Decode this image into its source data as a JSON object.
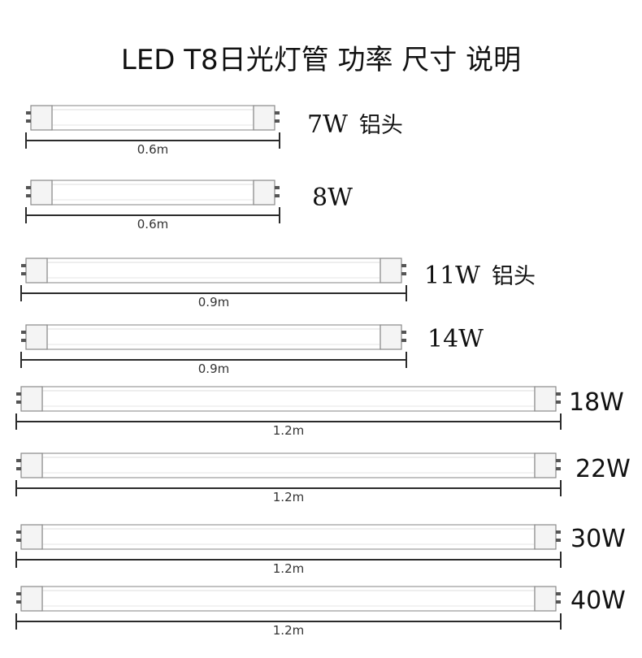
{
  "title": "LED T8日光灯管 功率 尺寸 说明",
  "accent_color": "#2b2b2b",
  "tubes": [
    {
      "watt": "7W",
      "note": "铝头",
      "length": "0.6m"
    },
    {
      "watt": "8W",
      "note": "",
      "length": "0.6m"
    },
    {
      "watt": "11W",
      "note": "铝头",
      "length": "0.9m"
    },
    {
      "watt": "14W",
      "note": "",
      "length": "0.9m"
    },
    {
      "watt": "18W",
      "note": "",
      "length": "1.2m"
    },
    {
      "watt": "22W",
      "note": "",
      "length": "1.2m"
    },
    {
      "watt": "30W",
      "note": "",
      "length": "1.2m"
    },
    {
      "watt": "40W",
      "note": "",
      "length": "1.2m"
    }
  ]
}
